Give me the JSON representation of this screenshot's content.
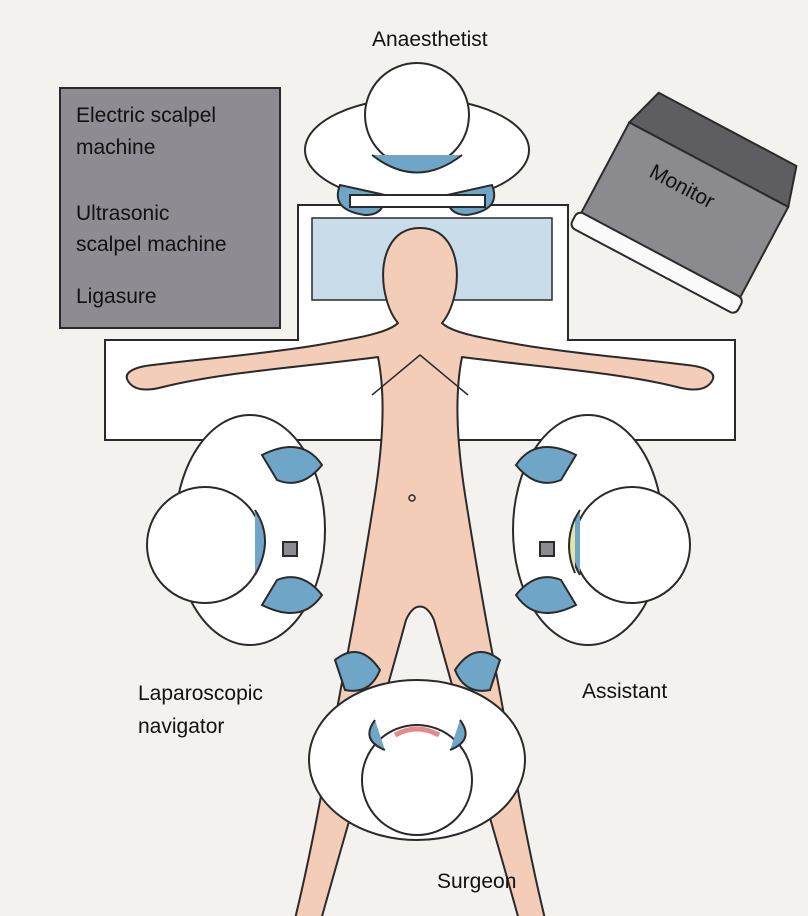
{
  "labels": {
    "anaesthetist": "Anaesthetist",
    "monitor": "Monitor",
    "laparoscopic_line1": "Laparoscopic",
    "laparoscopic_line2": "navigator",
    "assistant": "Assistant",
    "surgeon": "Surgeon"
  },
  "equipment_box": {
    "item1_line1": "Electric scalpel",
    "item1_line2": "machine",
    "item2_line1": "Ultrasonic",
    "item2_line2": "scalpel machine",
    "item3": "Ligasure"
  },
  "colors": {
    "background": "#f3f2ef",
    "equipment_box": "#8e8c92",
    "monitor_body": "#8b8a8f",
    "monitor_screen": "#fbfbfb",
    "skin": "#f4cdb8",
    "glove": "#6fa6c8",
    "gown": "#ffffff",
    "table_head_pad": "#c9dce9",
    "outline": "#2a2a2a"
  }
}
